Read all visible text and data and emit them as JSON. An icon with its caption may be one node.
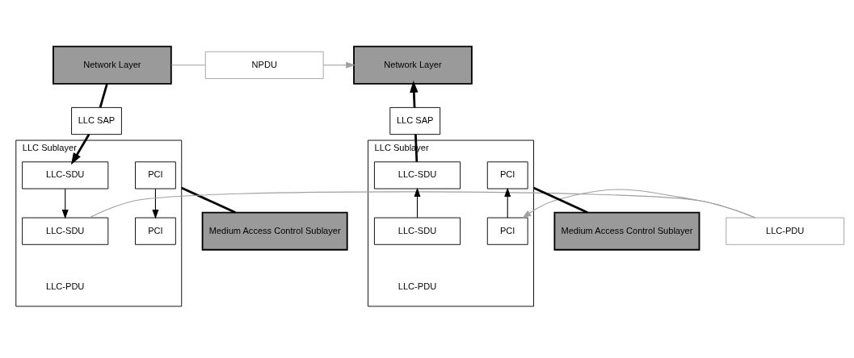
{
  "diagram": {
    "nodes": [
      {
        "text": [
          "Network Layer"
        ]
      },
      {
        "text": [
          "NPDU"
        ]
      },
      {
        "text": [
          "Network Layer"
        ]
      },
      {
        "text": [
          "LLC Sublayer"
        ]
      },
      {
        "text": [
          "LLC SAP"
        ]
      },
      {
        "text": [
          "PCI"
        ],
        "in": 3
      },
      {
        "text": [
          "LLC-SDU"
        ],
        "in": 3
      },
      {
        "text": [
          "PCI"
        ],
        "in": 3
      },
      {
        "text": [
          "LLC-SDU"
        ],
        "in": 3
      },
      {
        "text": [
          "LLC-PDU"
        ]
      },
      {
        "text": [
          "LLC Sublayer"
        ]
      },
      {
        "text": [
          "LLC SAP"
        ]
      },
      {
        "text": [
          "PCI"
        ],
        "in": 10
      },
      {
        "text": [
          "LLC-SDU"
        ],
        "in": 10
      },
      {
        "text": [
          "PCI"
        ],
        "in": 10
      },
      {
        "text": [
          "LLC-SDU"
        ],
        "in": 10
      },
      {
        "text": [
          "Medium Access Control Sublayer"
        ]
      },
      {
        "text": [
          "Medium Access Control Sublayer"
        ]
      }
    ],
    "edges": [
      {
        "from": 0,
        "to": 1,
        "arrow": "none",
        "color": "#a0a0a0"
      },
      {
        "from": 1,
        "to": 2,
        "arrow": "to",
        "color": "#a0a0a0"
      },
      {
        "from": 0,
        "to": 4,
        "arrow": "none",
        "style": "thick"
      },
      {
        "from": 4,
        "to": 6,
        "arrow": "to",
        "style": "thick"
      },
      {
        "from": 5,
        "to": 7,
        "arrow": "to"
      },
      {
        "from": 6,
        "to": 8,
        "arrow": "to"
      },
      {
        "from": 8,
        "to": 9,
        "arrow": "none",
        "color": "#a0a0a0"
      },
      {
        "from": 9,
        "to": 14,
        "arrow": "to",
        "color": "#a0a0a0"
      },
      {
        "from": 3,
        "to": 16,
        "arrow": "none",
        "style": "thick"
      },
      {
        "from": 11,
        "to": 2,
        "arrow": "to",
        "style": "thick"
      },
      {
        "from": 13,
        "to": 11,
        "arrow": "none",
        "style": "thick"
      },
      {
        "from": 14,
        "to": 12,
        "arrow": "to"
      },
      {
        "from": 15,
        "to": 13,
        "arrow": "to"
      },
      {
        "from": 10,
        "to": 17,
        "arrow": "none",
        "style": "thick"
      }
    ],
    "labels": [
      "LLC-PDU",
      "LLC-PDU"
    ]
  }
}
